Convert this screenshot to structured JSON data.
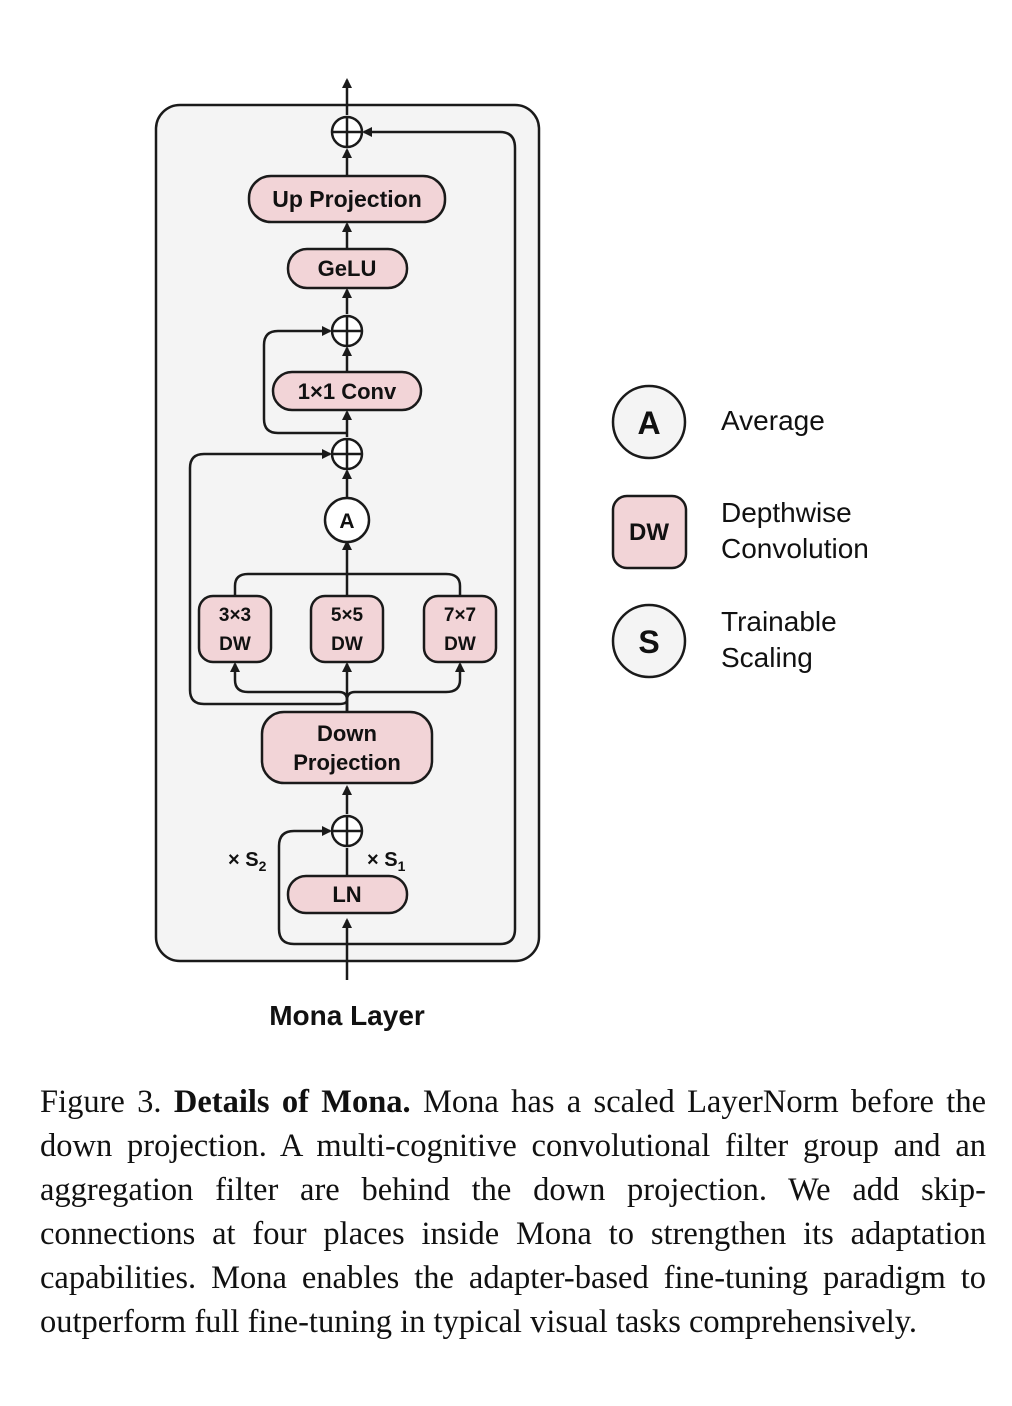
{
  "diagram": {
    "title": "Mona Layer",
    "nodes": {
      "up_projection": "Up Projection",
      "gelu": "GeLU",
      "conv1x1": "1×1 Conv",
      "average": "A",
      "dw3_top": "3×3",
      "dw3_bottom": "DW",
      "dw5_top": "5×5",
      "dw5_bottom": "DW",
      "dw7_top": "7×7",
      "dw7_bottom": "DW",
      "down_projection_line1": "Down",
      "down_projection_line2": "Projection",
      "ln": "LN"
    },
    "scales": {
      "s2_prefix": "× S",
      "s2_sub": "2",
      "s1_prefix": "× S",
      "s1_sub": "1"
    },
    "colors": {
      "node_fill": "#f2d4d7",
      "container_fill": "#f4f4f4",
      "stroke": "#1a1a1a"
    }
  },
  "legend": [
    {
      "symbol": "A",
      "shape": "circle",
      "label_lines": [
        "Average"
      ]
    },
    {
      "symbol": "DW",
      "shape": "rounded-rect",
      "label_lines": [
        "Depthwise",
        "Convolution"
      ]
    },
    {
      "symbol": "S",
      "shape": "circle",
      "label_lines": [
        "Trainable",
        "Scaling"
      ]
    }
  ],
  "caption": {
    "figure_label": "Figure 3.",
    "bold_title": "Details of Mona.",
    "body": "Mona has a scaled LayerNorm before the down projection. A multi-cognitive convolutional filter group and an aggregation filter are behind the down projection.  We add skip-connections at four places inside Mona to strengthen its adaptation capabilities. Mona enables the adapter-based fine-tuning paradigm to outperform full fine-tuning in typical visual tasks comprehensively."
  }
}
